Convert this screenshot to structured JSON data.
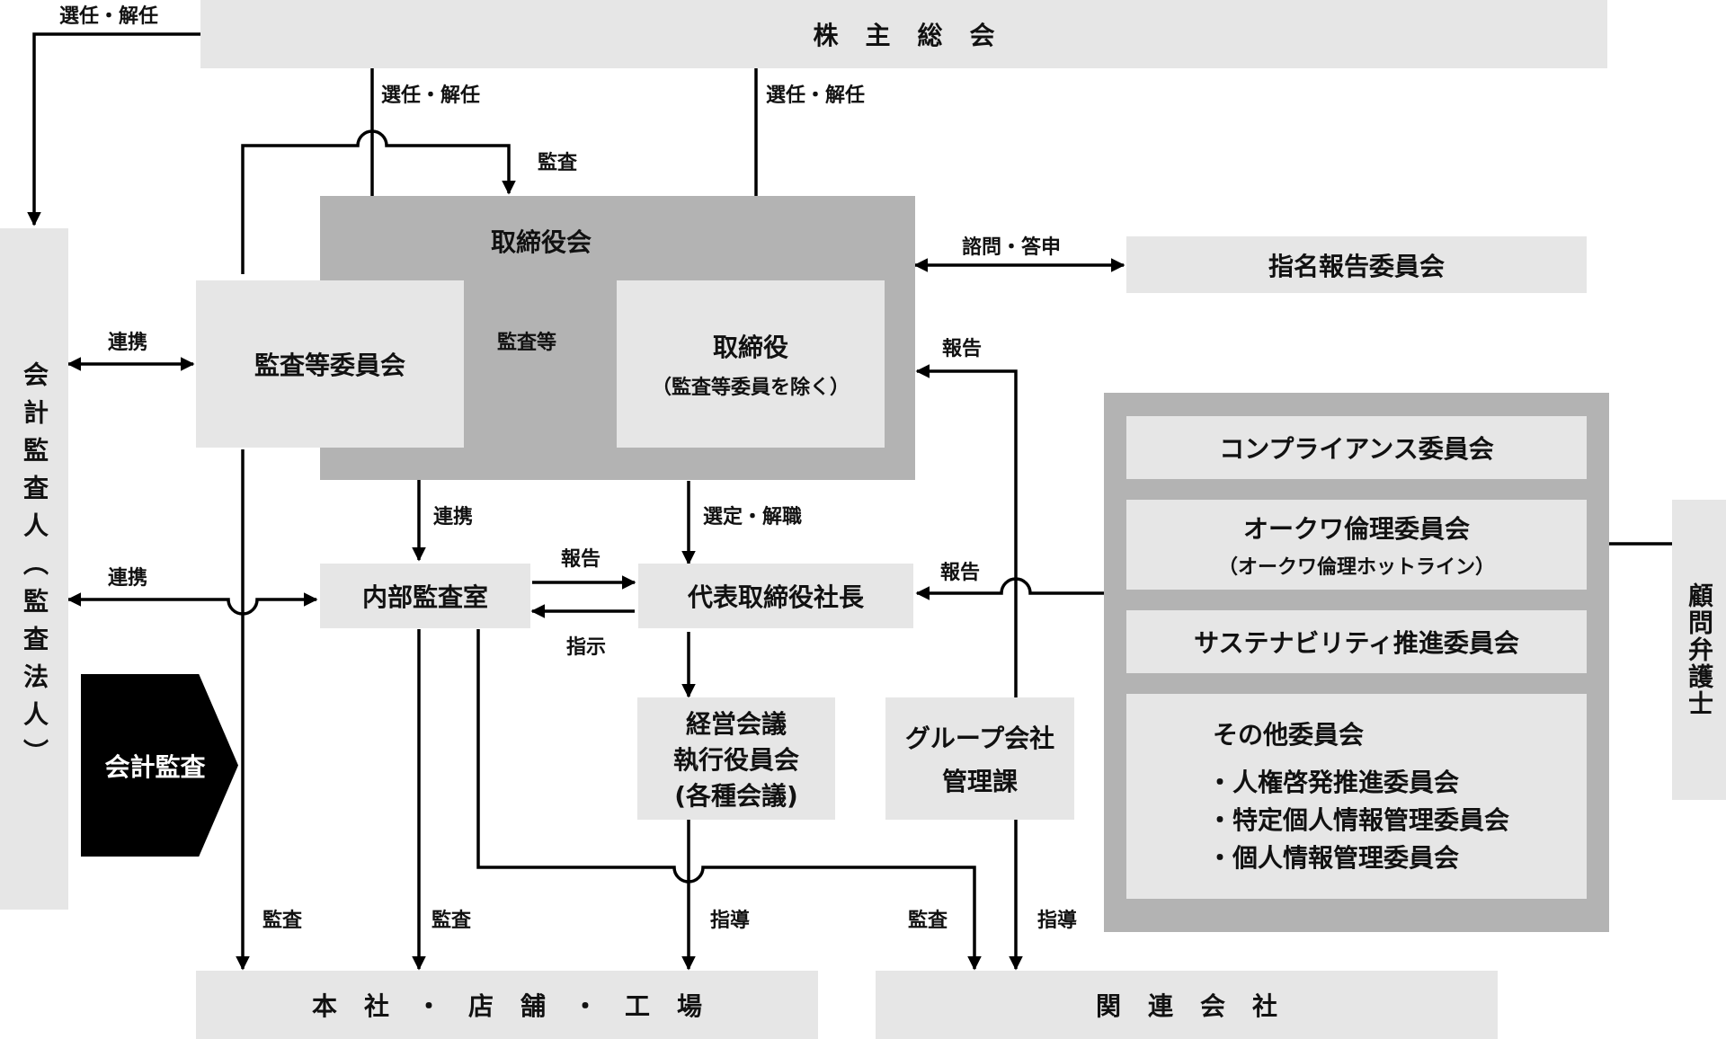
{
  "nodes": {
    "shareholders": "株主総会",
    "board": "取締役会",
    "audit_committee": "監査等委員会",
    "directors": "取締役",
    "directors_note": "（監査等委員を除く）",
    "nomination": "指名報告委員会",
    "accounting_auditor": "会計監査人（監査法人）",
    "accounting_audit": "会計監査",
    "internal_audit": "内部監査室",
    "president": "代表取締役社長",
    "management_meeting": [
      "経営会議",
      "執行役員会",
      "(各種会議)"
    ],
    "group_mgmt": [
      "グループ会社",
      "管理課"
    ],
    "compliance": "コンプライアンス委員会",
    "ethics": "オークワ倫理委員会",
    "ethics_note": "（オークワ倫理ホットライン）",
    "sustainability": "サステナビリティ推進委員会",
    "other_committees": "その他委員会",
    "other_items": [
      "・人権啓発推進委員会",
      "・特定個人情報管理委員会",
      "・個人情報管理委員会"
    ],
    "counsel": "顧問弁護士",
    "head_office": "本社・店舗・工場",
    "affiliates": "関連会社"
  },
  "labels": {
    "elect_dismiss_a": "選任・解任",
    "elect_dismiss_b": "選任・解任",
    "elect_dismiss_c": "選任・解任",
    "audit_top": "監査",
    "consult": "諮問・答申",
    "liaison_a": "連携",
    "audit_etc": "監査等",
    "report_a": "報告",
    "liaison_b": "連携",
    "select_dismiss": "選定・解職",
    "liaison_c": "連携",
    "report_b": "報告",
    "report_c": "報告",
    "instruct": "指示",
    "audit_1": "監査",
    "audit_2": "監査",
    "guide_1": "指導",
    "audit_3": "監査",
    "guide_2": "指導"
  }
}
